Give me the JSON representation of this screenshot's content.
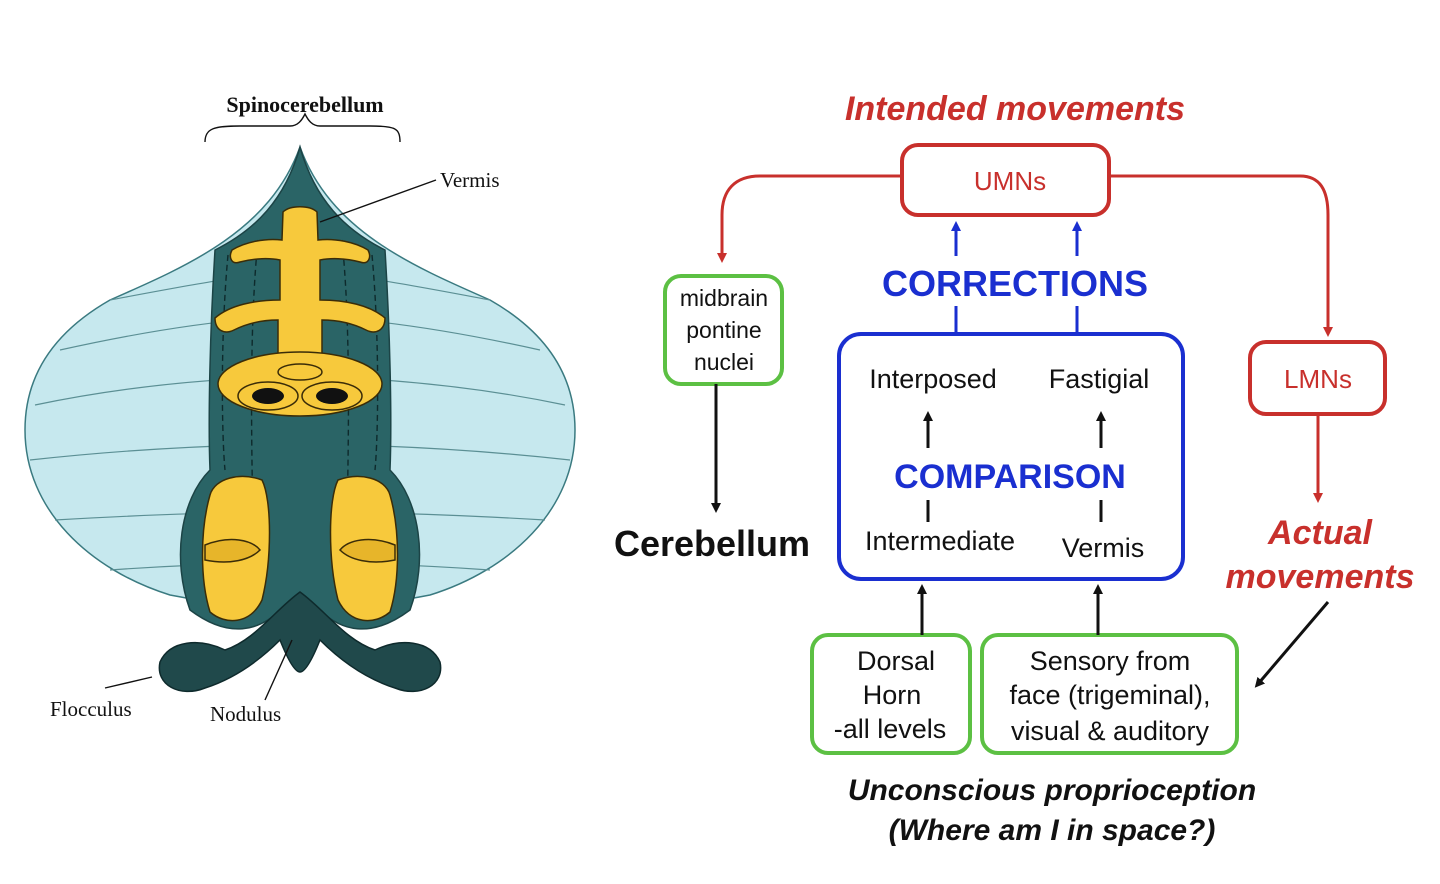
{
  "anatomy": {
    "spinocerebellum": "Spinocerebellum",
    "vermis": "Vermis",
    "flocculus": "Flocculus",
    "nodulus": "Nodulus"
  },
  "flow": {
    "intended": "Intended movements",
    "umns": "UMNs",
    "lmns": "LMNs",
    "actual_1": "Actual",
    "actual_2": "movements",
    "corrections": "CORRECTIONS",
    "comparison": "COMPARISON",
    "interposed": "Interposed",
    "fastigial": "Fastigial",
    "intermediate": "Intermediate",
    "vermis": "Vermis",
    "midbrain_1": "midbrain",
    "midbrain_2": "pontine",
    "midbrain_3": "nuclei",
    "cerebellum": "Cerebellum",
    "dorsal_1": "Dorsal",
    "dorsal_2": "Horn",
    "dorsal_3": "-all levels",
    "sensory_1": "Sensory from",
    "sensory_2": "face (trigeminal),",
    "sensory_3": "visual & auditory",
    "unconscious_1": "Unconscious proprioception",
    "unconscious_2": "(Where am I in space?)"
  },
  "colors": {
    "red": "#c8302c",
    "blue": "#1a2fd0",
    "green": "#5cc043",
    "teal": "#2a6466",
    "light_blue": "#c6e8ee",
    "yellow": "#f7c93c",
    "black": "#111111"
  }
}
